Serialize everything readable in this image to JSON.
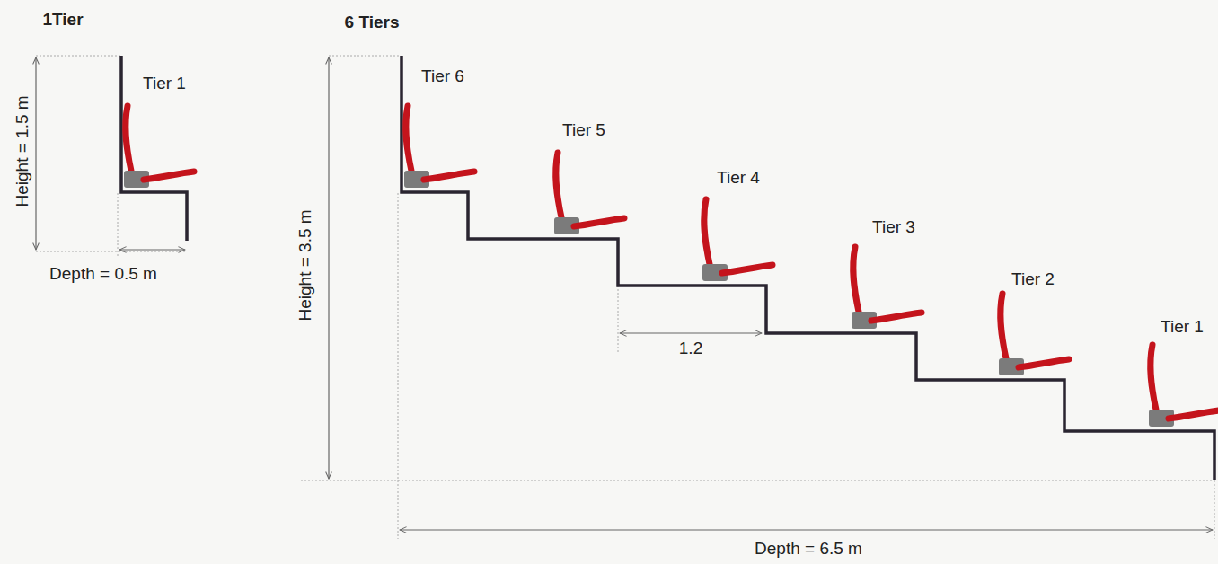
{
  "diagram": {
    "labels": [
      "1Tier",
      "Tier 1",
      "Height = 1.5 m",
      "Depth = 0.5 m",
      "6 Tiers",
      "Tier 6",
      "Tier 5",
      "Tier 4",
      "Tier 3",
      "Tier 2",
      "Tier 1",
      "Height = 3.5 m",
      "1.2",
      "Depth = 6.5 m"
    ]
  }
}
